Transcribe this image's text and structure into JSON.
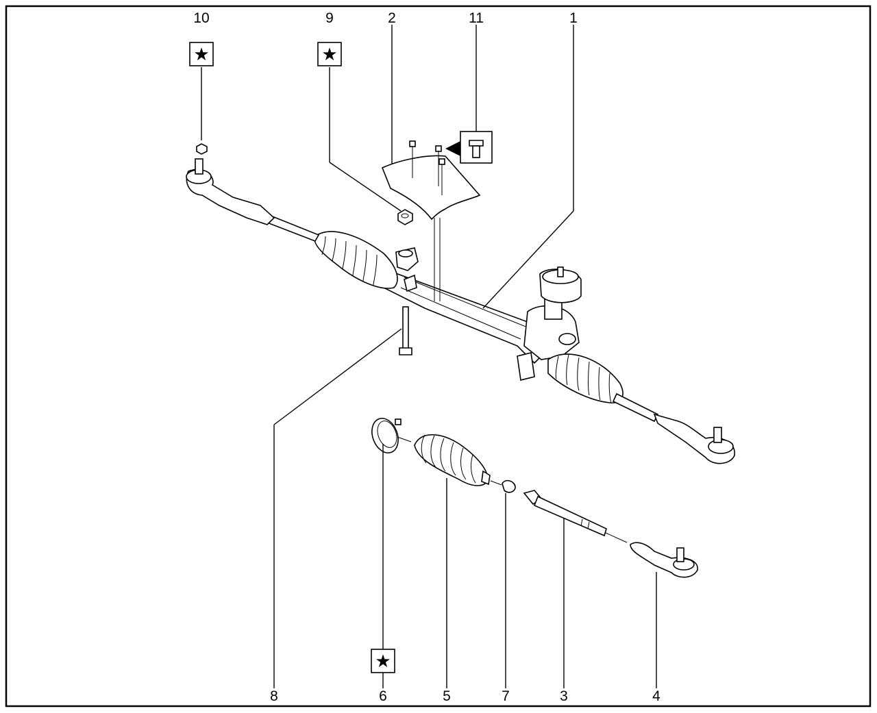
{
  "callouts": {
    "c1": "1",
    "c2": "2",
    "c3": "3",
    "c4": "4",
    "c5": "5",
    "c6": "6",
    "c7": "7",
    "c8": "8",
    "c9": "9",
    "c10": "10",
    "c11": "11"
  },
  "symbols": {
    "star_marker": "star-icon",
    "bolt_marker": "flange-bolt-icon"
  },
  "colors": {
    "line": "#000000",
    "background": "#ffffff"
  }
}
